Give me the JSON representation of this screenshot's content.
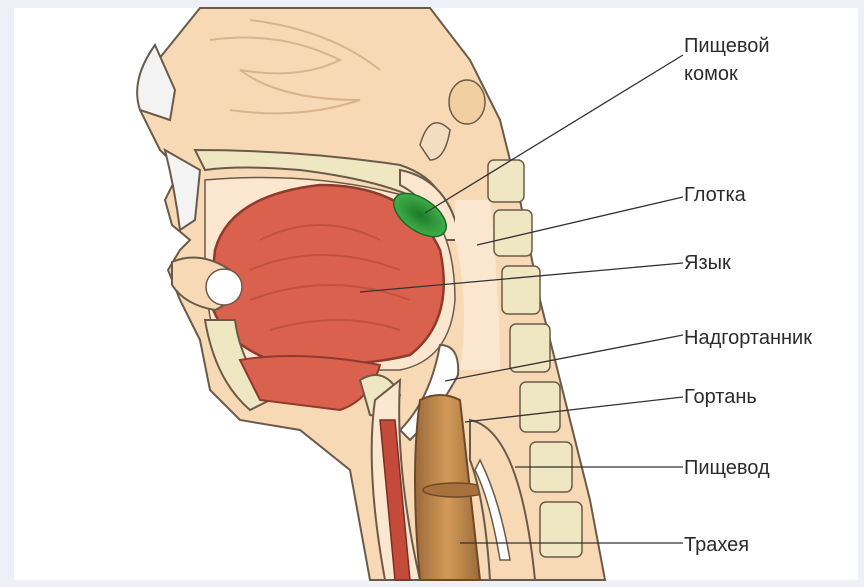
{
  "labels": {
    "bolus_line1": "Пищевой",
    "bolus_line2": "комок",
    "pharynx": "Глотка",
    "tongue": "Язык",
    "epiglottis": "Надгортанник",
    "larynx": "Гортань",
    "esophagus": "Пищевод",
    "trachea": "Трахея"
  },
  "colors": {
    "skin": "#f7d9b5",
    "skin_outline": "#6b5a4a",
    "cavity": "#fbe7cf",
    "tongue": "#d9614d",
    "tongue_dark": "#b84a3a",
    "bone": "#efe6c2",
    "bolus": "#2e9e3a",
    "trachea": "#c48a4a",
    "leader_line": "#333333"
  }
}
